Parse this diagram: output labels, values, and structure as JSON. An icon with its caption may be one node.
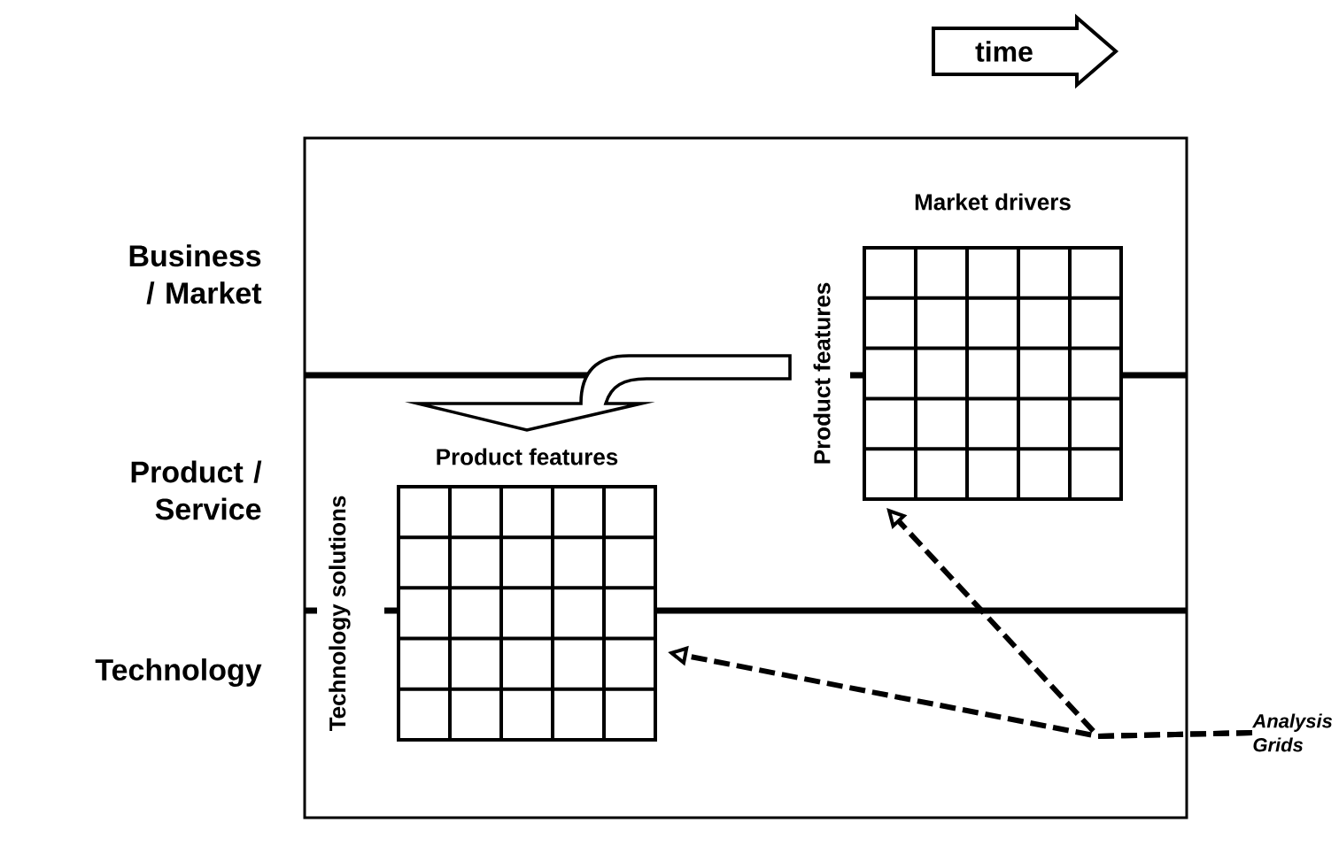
{
  "diagram": {
    "nodes": [
      {
        "text": [],
        "shape": "box"
      },
      {
        "text": [
          "Market drivers",
          "Product features"
        ],
        "in": 0
      },
      {
        "text": [
          "Product features",
          "Technology solutions"
        ],
        "in": 0
      },
      {
        "text": [
          "Analysis Grids"
        ]
      }
    ],
    "edges": [
      {
        "from": 1,
        "to": 2,
        "arrow": "to"
      },
      {
        "from": 3,
        "to": 1,
        "arrow": "to",
        "style": "dashed"
      },
      {
        "from": 3,
        "to": 2,
        "arrow": "to",
        "style": "dashed"
      }
    ],
    "labels": [
      "time",
      "Business / Market",
      "Product / Service",
      "Technology"
    ]
  }
}
